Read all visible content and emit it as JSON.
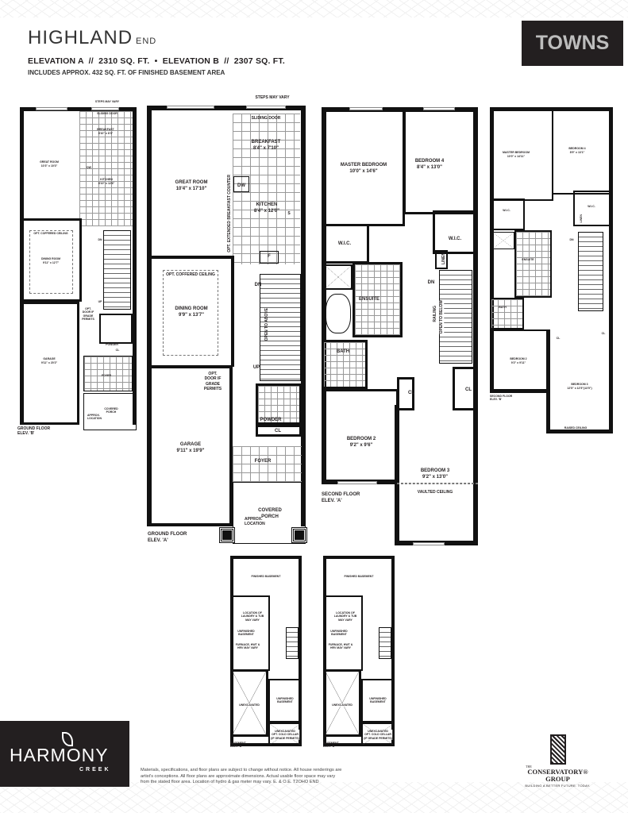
{
  "header": {
    "model": "HIGHLAND",
    "model_suffix": "END",
    "line1": "ELEVATION A  //  2310 SQ. FT.  •  ELEVATION B  //  2307 SQ. FT.",
    "line2": "INCLUDES APPROX. 432 SQ. FT. OF FINISHED BASEMENT AREA",
    "badge": "TOWNS"
  },
  "ground_a": {
    "caption": "GROUND FLOOR\nELEV. 'A'",
    "steps": "STEPS MAY VARY",
    "sliding": "SLIDING DOOR",
    "breakfast": "BREAKFAST",
    "breakfast_dim": "8'4\" x 7'10\"",
    "great": "GREAT ROOM",
    "great_dim": "10'4\" x 17'10\"",
    "kitchen": "KITCHEN",
    "kitchen_dim": "8'4\" x 12'0\"",
    "dw": "DW",
    "f": "F",
    "s": "S",
    "counter": "OPT. EXTENDED BREAKFAST COUNTER",
    "coffered": "OPT. COFFERED CEILING",
    "dining": "DINING ROOM",
    "dining_dim": "9'9\" x 13'7\"",
    "dn": "DN",
    "open": "OPEN TO ABOVE",
    "up": "UP",
    "optdoor": "OPT.\nDOOR IF\nGRADE\nPERMITS",
    "garage": "GARAGE",
    "garage_dim": "9'11\" x 19'9\"",
    "powder": "POWDER",
    "cl": "CL",
    "foyer": "FOYER",
    "porch": "COVERED\nPORCH",
    "approx": "APPROX.\nLOCATION"
  },
  "ground_b": {
    "caption": "GROUND FLOOR\nELEV. 'B'",
    "steps": "STEPS MAY VARY",
    "sliding": "SLIDING DOOR",
    "breakfast": "BREAKFAST",
    "breakfast_dim": "8'10\" x 8'3\"",
    "great": "GREAT ROOM",
    "great_dim": "10'3\" x 10'3\"",
    "kitchen": "KITCHEN",
    "kitchen_dim": "8'10\" x 12'6\"",
    "dw": "DW",
    "coffered": "OPT. COFFERED CEILING",
    "dining": "DINING ROOM",
    "dining_dim": "9'11\" x 12'7\"",
    "dn": "DN",
    "up": "UP",
    "optdoor": "OPT.\nDOOR IF\nGRADE\nPERMITS",
    "garage": "GARAGE",
    "garage_dim": "9'11\" x 20'2\"",
    "powder": "POWDER",
    "cl": "CL",
    "foyer": "FOYER",
    "porch": "COVERED\nPORCH",
    "approx": "APPROX.\nLOCATION"
  },
  "second_a": {
    "caption": "SECOND FLOOR\nELEV. 'A'",
    "master": "MASTER BEDROOM",
    "master_dim": "10'0\" x 14'6\"",
    "bed4": "BEDROOM 4",
    "bed4_dim": "8'4\" x 13'0\"",
    "wic": "W.I.C.",
    "linen": "LINEN",
    "ensuite": "ENSUITE",
    "dn": "DN",
    "railing": "RAILING",
    "open": "OPEN TO BELOW",
    "bath": "BATH",
    "cl": "CL",
    "bed2": "BEDROOM 2",
    "bed2_dim": "9'2\" x 9'6\"",
    "bed3": "BEDROOM 3",
    "bed3_dim": "9'2\" x 13'0\"",
    "vaulted": "VAULTED CEILING"
  },
  "second_b": {
    "caption": "SECOND FLOOR\nELEV. 'B'",
    "master": "MASTER BEDROOM",
    "master_dim": "10'0\" x 14'11\"",
    "bed4": "BEDROOM 4",
    "bed4_dim": "8'9\" x 13'1\"",
    "wic": "W.I.C.",
    "linen": "LINEN",
    "ensuite": "ENSUITE",
    "dn": "DN",
    "bath": "BATH",
    "cl": "CL",
    "bed2": "BEDROOM 2",
    "bed2_dim": "9'2\" x 9'11\"",
    "bed3": "BEDROOM 3",
    "bed3_dim": "12'5\" x 12'5\"(13'5\")",
    "raised": "RAISED CEILING"
  },
  "basement": {
    "a_caption": "BASEMENT\nELEV. 'A'",
    "b_caption": "BASEMENT\nELEV. 'B'",
    "finished": "FINISHED BASEMENT",
    "unfinished": "UNFINISHED\nBASEMENT",
    "laundry": "LOCATION OF\nLAUNDRY & TUB\nMAY VARY",
    "furnace": "FURNACE, HWT &\nHRV MAY VARY",
    "unexcavated": "UNEXCAVATED",
    "cellar": "UNEXCAVATED\nOPT. COLD CELLAR\n(IF GRADE PERMITS)"
  },
  "footer": {
    "brand": "HARMONY",
    "brand_sub": "CREEK",
    "disclaimer": "Materials, specifications, and floor plans are subject to change without notice. All house renderings are artist's conceptions. All floor plans are approximate dimensions. Actual usable floor space may vary from the stated floor area. Location of hydro & gas meter may vary. E. & O.E. T2OHO END",
    "builder_the": "THE",
    "builder": "CONSERVATORY®",
    "builder2": "GROUP",
    "tagline": "BUILDING A BETTER FUTURE. TODAY."
  }
}
